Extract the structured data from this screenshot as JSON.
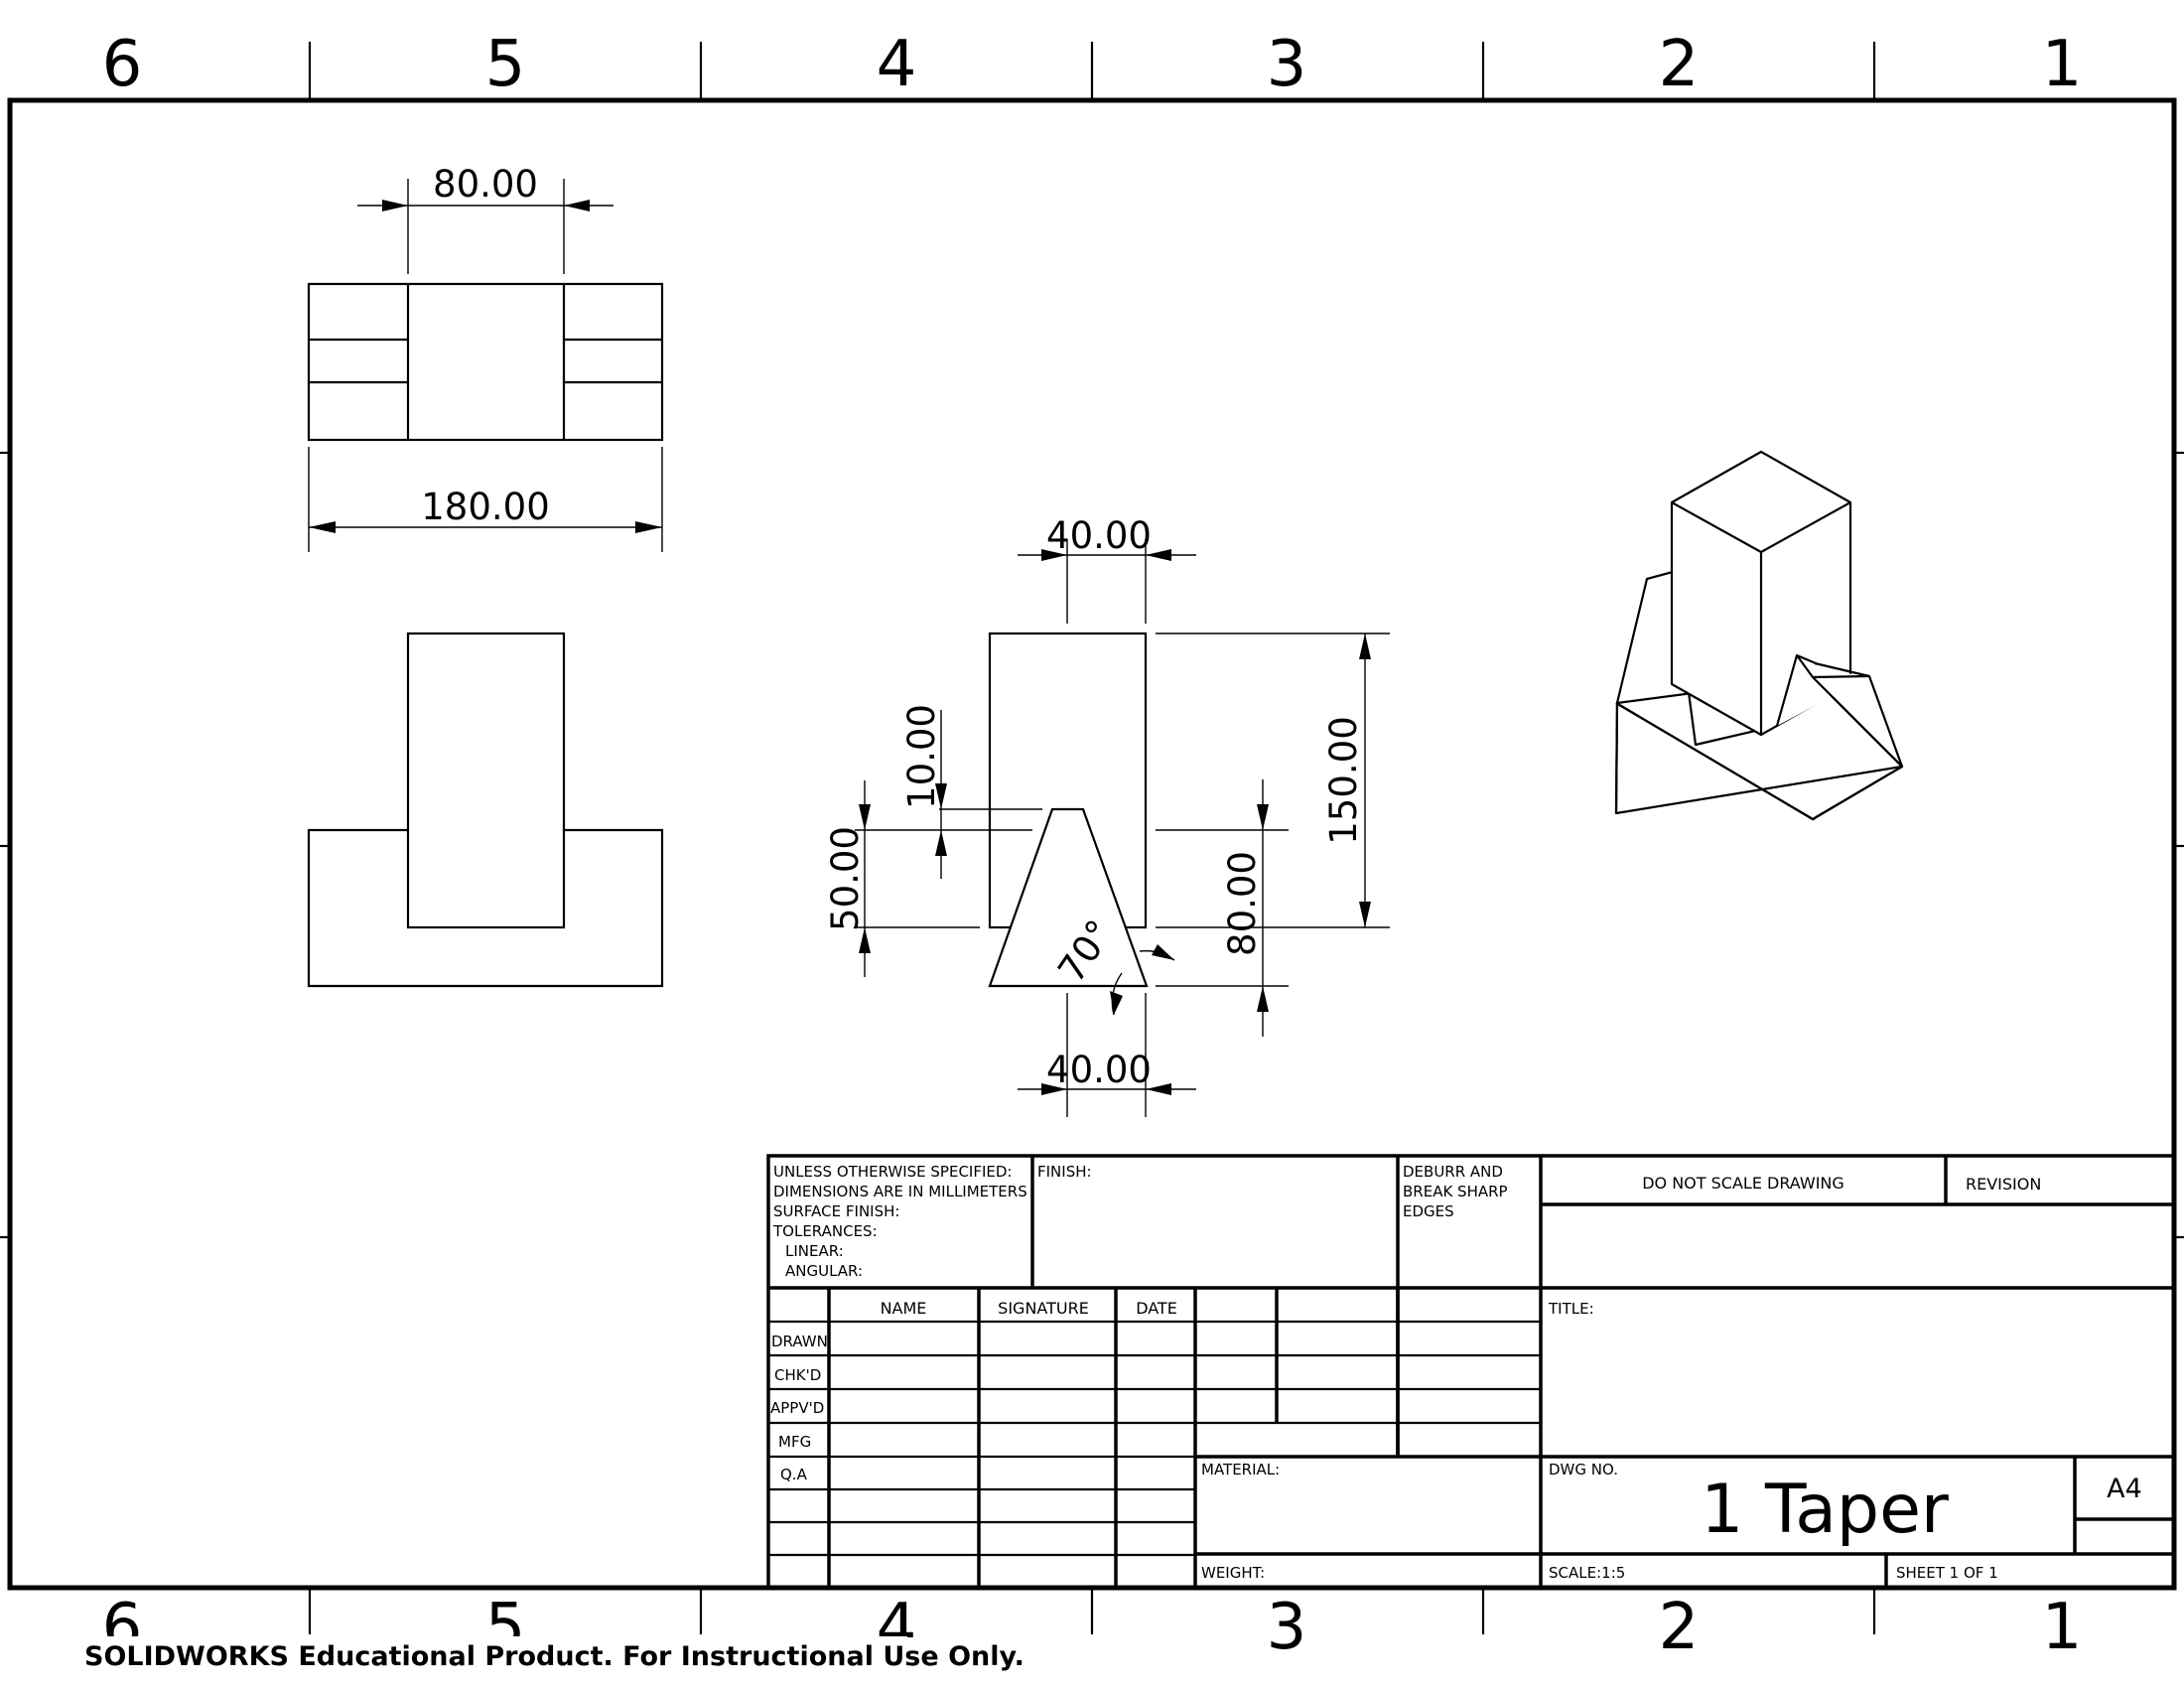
{
  "zones": {
    "top": [
      "6",
      "5",
      "4",
      "3",
      "2",
      "1"
    ],
    "bottom": [
      "6",
      "5",
      "4",
      "3",
      "2",
      "1"
    ]
  },
  "dimensions": {
    "top_inner_width": "80.00",
    "top_overall_width": "180.00",
    "front_top_width": "40.00",
    "front_bottom_width": "40.00",
    "taper_top_offset": "10.00",
    "taper_height": "50.00",
    "overall_height": "150.00",
    "lower_height": "80.00",
    "taper_angle": "70°"
  },
  "title_block": {
    "notes": [
      "UNLESS OTHERWISE SPECIFIED:",
      "DIMENSIONS ARE IN MILLIMETERS",
      "SURFACE FINISH:",
      "TOLERANCES:",
      "LINEAR:",
      "ANGULAR:"
    ],
    "finish": "FINISH:",
    "deburr": [
      "DEBURR AND",
      "BREAK SHARP",
      "EDGES"
    ],
    "do_not_scale": "DO NOT SCALE DRAWING",
    "revision": "REVISION",
    "col_name": "NAME",
    "col_signature": "SIGNATURE",
    "col_date": "DATE",
    "rows": [
      "DRAWN",
      "CHK'D",
      "APPV'D",
      "MFG",
      "Q.A"
    ],
    "title_label": "TITLE:",
    "material_label": "MATERIAL:",
    "dwg_no_label": "DWG NO.",
    "dwg_no": "1 Taper",
    "size": "A4",
    "weight_label": "WEIGHT:",
    "scale": "SCALE:1:5",
    "sheet": "SHEET 1 OF 1"
  },
  "footer_note": "SOLIDWORKS Educational Product. For Instructional Use Only."
}
